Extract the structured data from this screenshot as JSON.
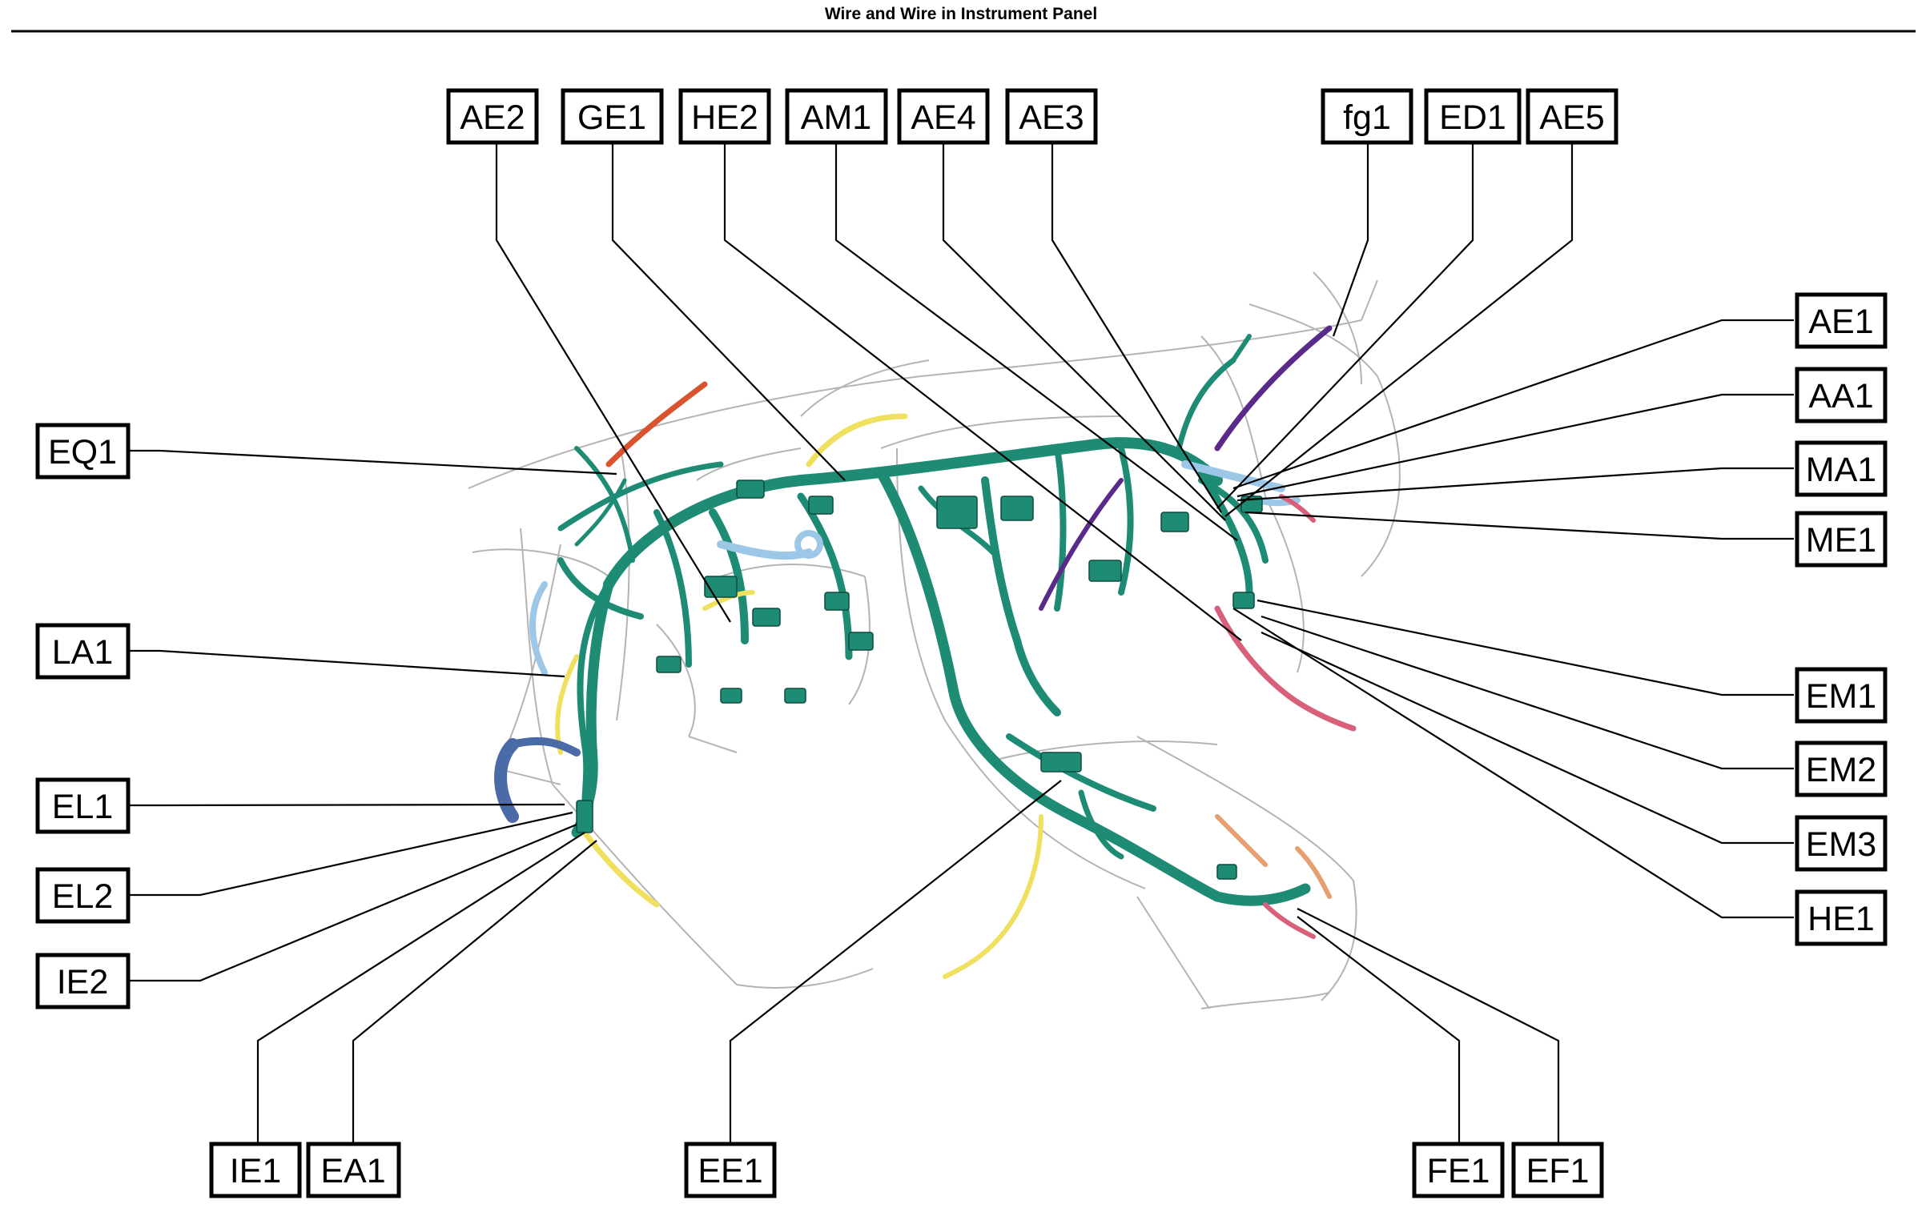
{
  "title": "Wire and Wire in Instrument Panel",
  "colors": {
    "harness_main": "#1e8b75",
    "harness_light_blue": "#9dc7e6",
    "harness_purple": "#5a2a8a",
    "harness_yellow": "#f0e060",
    "harness_red": "#d8532e",
    "harness_pink": "#d8607a",
    "harness_dark_blue": "#4a6aa8",
    "harness_orange": "#e6a070",
    "outline_gray": "#b4b4b4"
  },
  "connectors": {
    "AE2": "AE2",
    "GE1": "GE1",
    "HE2": "HE2",
    "AM1": "AM1",
    "AE4": "AE4",
    "AE3": "AE3",
    "fg1": "fg1",
    "ED1": "ED1",
    "AE5": "AE5",
    "AE1": "AE1",
    "AA1": "AA1",
    "MA1": "MA1",
    "ME1": "ME1",
    "EM1": "EM1",
    "EM2": "EM2",
    "EM3": "EM3",
    "HE1": "HE1",
    "EQ1": "EQ1",
    "LA1": "LA1",
    "EL1": "EL1",
    "EL2": "EL2",
    "IE2": "IE2",
    "IE1": "IE1",
    "EA1": "EA1",
    "EE1": "EE1",
    "FE1": "FE1",
    "EF1": "EF1"
  }
}
